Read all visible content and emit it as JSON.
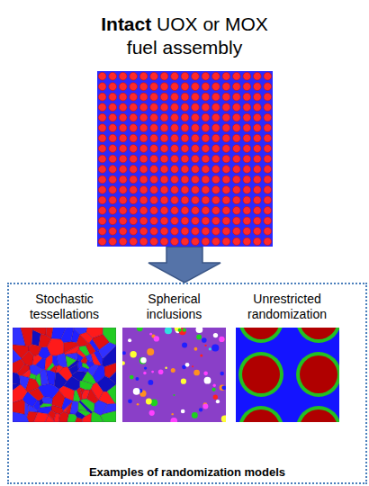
{
  "diagram": {
    "nodes": [
      {
        "text": [
          "Intact UOX or MOX fuel assembly"
        ]
      },
      {
        "text": [
          "Examples of randomization models"
        ]
      },
      {
        "text": [
          "Stochastic tessellations"
        ],
        "in": 1
      },
      {
        "text": [
          "Spherical inclusions"
        ],
        "in": 1
      },
      {
        "text": [
          "Unrestricted randomization"
        ],
        "in": 1
      }
    ],
    "edges": [
      {
        "from": 0,
        "to": 1,
        "arrow": "to"
      }
    ]
  }
}
